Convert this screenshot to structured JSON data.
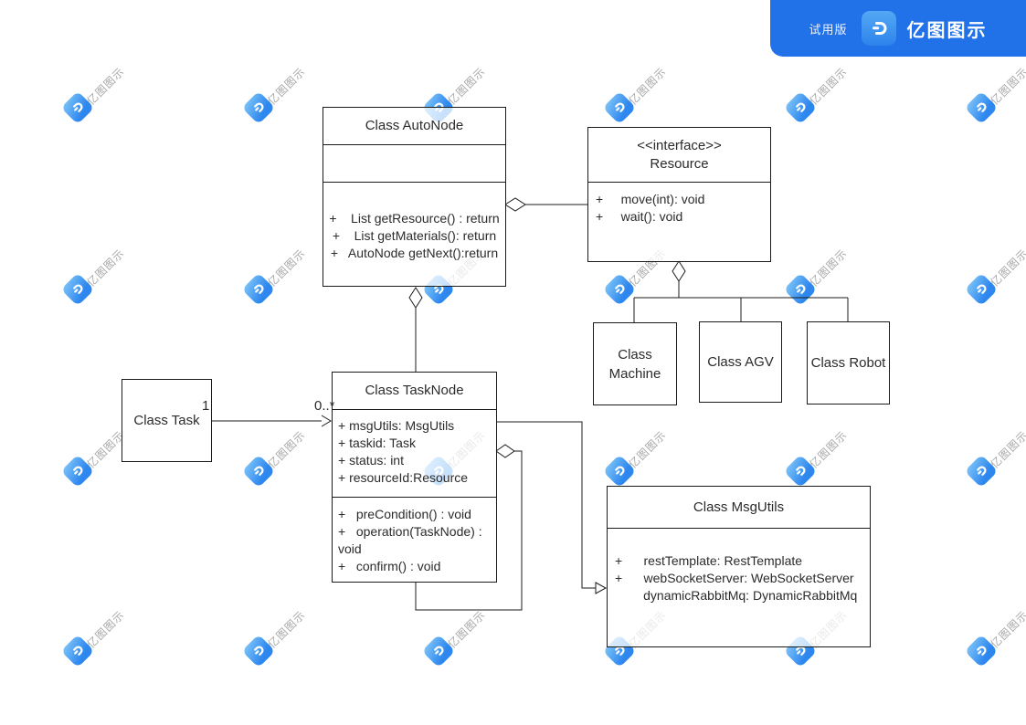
{
  "header": {
    "trial_label": "试用版",
    "brand_name": "亿图图示"
  },
  "watermark": {
    "text": "亿图图示"
  },
  "diagram": {
    "classes": {
      "autonode": {
        "title": "Class AutoNode",
        "methods": [
          "+    List getResource() : return",
          "+    List getMaterials(): return",
          "+   AutoNode getNext():return"
        ]
      },
      "resource": {
        "stereotype": "<<interface>>",
        "name": "Resource",
        "methods": [
          "+     move(int): void",
          "+     wait(): void"
        ]
      },
      "machine": {
        "title": "Class Machine"
      },
      "agv": {
        "title": "Class AGV"
      },
      "robot": {
        "title": "Class Robot"
      },
      "task": {
        "title": "Class Task"
      },
      "tasknode": {
        "title": "Class TaskNode",
        "fields": [
          "+ msgUtils: MsgUtils",
          "+ taskid: Task",
          "+ status: int",
          "+ resourceId:Resource"
        ],
        "methods": [
          "+   preCondition() : void",
          "+   operation(TaskNode) : void",
          "+   confirm() : void"
        ]
      },
      "msgutils": {
        "title": "Class MsgUtils",
        "fields": [
          "+      restTemplate: RestTemplate",
          "+      webSocketServer: WebSocketServer",
          "        dynamicRabbitMq: DynamicRabbitMq"
        ]
      }
    },
    "labels": {
      "task_end": "1",
      "tasknode_end": "0..*"
    },
    "colors": {
      "line": "#1b1b1b",
      "accent_blue": "#2171e8"
    }
  }
}
